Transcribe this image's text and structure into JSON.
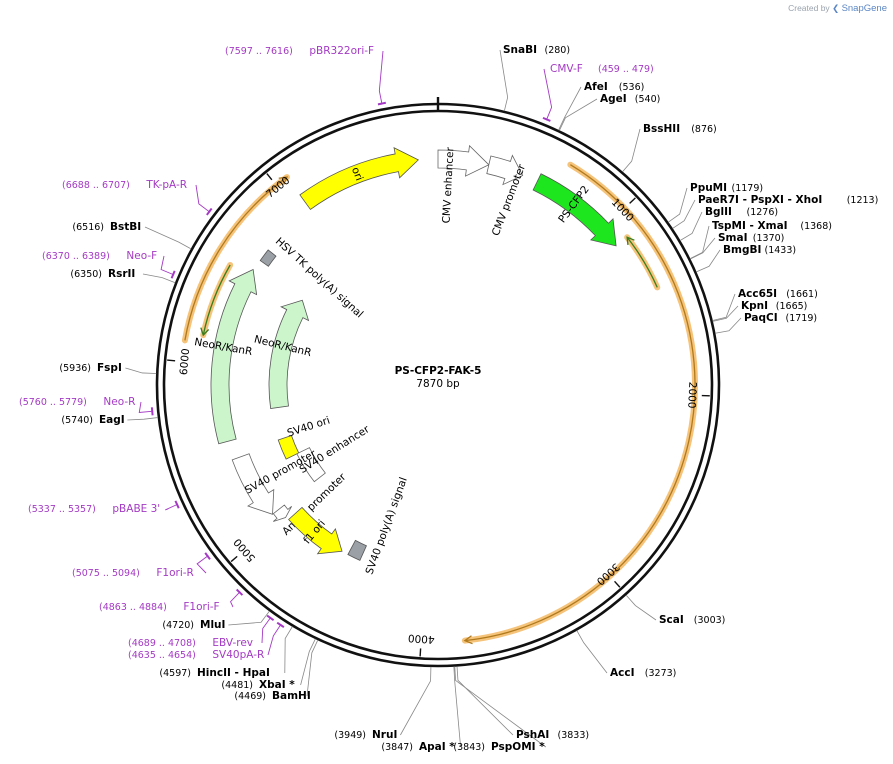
{
  "credit": {
    "prefix": "Created by",
    "brand": "SnapGene"
  },
  "plasmid": {
    "name": "PS-CFP2-FAK-5",
    "length": 7870,
    "length_label": "7870 bp"
  },
  "ring_ticks": [
    {
      "bp": 1000,
      "label": "1000"
    },
    {
      "bp": 2000,
      "label": "2000"
    },
    {
      "bp": 3000,
      "label": "3000"
    },
    {
      "bp": 4000,
      "label": "4000"
    },
    {
      "bp": 5000,
      "label": "5000"
    },
    {
      "bp": 6000,
      "label": "6000"
    },
    {
      "bp": 7000,
      "label": "7000"
    }
  ],
  "enzymes": [
    {
      "name": "SnaBI",
      "pos": "(280)",
      "bp": 280
    },
    {
      "name": "AfeI",
      "pos": "(536)",
      "bp": 536
    },
    {
      "name": "AgeI",
      "pos": "(540)",
      "bp": 540
    },
    {
      "name": "BssHII",
      "pos": "(876)",
      "bp": 876
    },
    {
      "name": "PpuMI",
      "pos": "(1179)",
      "bp": 1179
    },
    {
      "name": "PaeR7I - PspXI - XhoI",
      "pos": "(1213)",
      "bp": 1213
    },
    {
      "name": "BglII",
      "pos": "(1276)",
      "bp": 1276
    },
    {
      "name": "TspMI - XmaI",
      "pos": "(1368)",
      "bp": 1368
    },
    {
      "name": "SmaI",
      "pos": "(1370)",
      "bp": 1370
    },
    {
      "name": "BmgBI",
      "pos": "(1433)",
      "bp": 1433
    },
    {
      "name": "Acc65I",
      "pos": "(1661)",
      "bp": 1661
    },
    {
      "name": "KpnI",
      "pos": "(1665)",
      "bp": 1665
    },
    {
      "name": "PaqCI",
      "pos": "(1719)",
      "bp": 1719
    },
    {
      "name": "ScaI",
      "pos": "(3003)",
      "bp": 3003
    },
    {
      "name": "AccI",
      "pos": "(3273)",
      "bp": 3273
    },
    {
      "name": "PshAI",
      "pos": "(3833)",
      "bp": 3833
    },
    {
      "name": "PspOMI *",
      "pos": "(3843)",
      "bp": 3843
    },
    {
      "name": "ApaI *",
      "pos": "(3847)",
      "bp": 3847
    },
    {
      "name": "NruI",
      "pos": "(3949)",
      "bp": 3949
    },
    {
      "name": "BamHI",
      "pos": "(4469)",
      "bp": 4469
    },
    {
      "name": "XbaI *",
      "pos": "(4481)",
      "bp": 4481
    },
    {
      "name": "HincII - HpaI",
      "pos": "(4597)",
      "bp": 4597
    },
    {
      "name": "MluI",
      "pos": "(4720)",
      "bp": 4720
    },
    {
      "name": "EagI",
      "pos": "(5740)",
      "bp": 5740
    },
    {
      "name": "FspI",
      "pos": "(5936)",
      "bp": 5936
    },
    {
      "name": "RsrII",
      "pos": "(6350)",
      "bp": 6350
    },
    {
      "name": "BstBI",
      "pos": "(6516)",
      "bp": 6516
    }
  ],
  "primers": [
    {
      "name": "CMV-F",
      "range": "(459 .. 479)",
      "bp": 469
    },
    {
      "name": "pBR322ori-F",
      "range": "(7597 .. 7616)",
      "bp": 7606
    },
    {
      "name": "TK-pA-R",
      "range": "(6688 .. 6707)",
      "bp": 6697
    },
    {
      "name": "Neo-F",
      "range": "(6370 .. 6389)",
      "bp": 6380
    },
    {
      "name": "Neo-R",
      "range": "(5760 .. 5779)",
      "bp": 5770
    },
    {
      "name": "pBABE 3'",
      "range": "(5337 .. 5357)",
      "bp": 5347
    },
    {
      "name": "F1ori-R",
      "range": "(5075 .. 5094)",
      "bp": 5085
    },
    {
      "name": "F1ori-F",
      "range": "(4863 .. 4884)",
      "bp": 4874
    },
    {
      "name": "EBV-rev",
      "range": "(4689 .. 4708)",
      "bp": 4699
    },
    {
      "name": "SV40pA-R",
      "range": "(4635 .. 4654)",
      "bp": 4645
    }
  ],
  "features": [
    {
      "name": "ori",
      "color": "#ffff00"
    },
    {
      "name": "CMV enhancer",
      "color": "#ffffff"
    },
    {
      "name": "CMV promoter",
      "color": "#ffffff"
    },
    {
      "name": "PS-CFP2",
      "color": "#1ee61e"
    },
    {
      "name": "HSV TK poly(A) signal",
      "color": "#9aa0a6"
    },
    {
      "name": "NeoR/KanR",
      "color": "#ccf5cc"
    },
    {
      "name": "NeoR/KanR",
      "color": "#ccf5cc"
    },
    {
      "name": "SV40 ori",
      "color": "#ffff00"
    },
    {
      "name": "SV40 enhancer",
      "color": "#ffffff"
    },
    {
      "name": "SV40 promoter",
      "color": "#ffffff"
    },
    {
      "name": "AmpR promoter",
      "color": "#ffffff"
    },
    {
      "name": "f1 ori",
      "color": "#ffff00"
    },
    {
      "name": "SV40 poly(A) signal",
      "color": "#9aa0a6"
    }
  ],
  "colors": {
    "orf_highlight": "#f5c37a",
    "orf_line": "#b07a1c",
    "primer": "#a43ac4",
    "ring": "#111111"
  }
}
